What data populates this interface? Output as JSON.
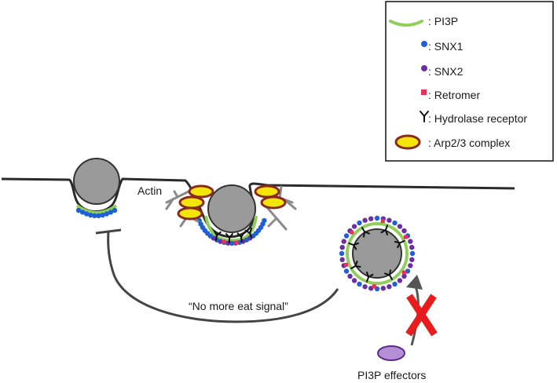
{
  "legend": {
    "items": [
      {
        "key": "pi3p",
        "label": ": PI3P",
        "symbol": "green-line",
        "color": "#8fce5b"
      },
      {
        "key": "snx1",
        "label": ": SNX1",
        "symbol": "dot",
        "color": "#1f5fd6"
      },
      {
        "key": "snx2",
        "label": ": SNX2",
        "symbol": "dot",
        "color": "#6b2fa3"
      },
      {
        "key": "retromer",
        "label": ": Retromer",
        "symbol": "square",
        "color": "#e8305a"
      },
      {
        "key": "hydrolase_receptor",
        "label": ": Hydrolase receptor",
        "symbol": "y-shape",
        "color": "#111111"
      },
      {
        "key": "arp23",
        "label": ": Arp2/3 complex",
        "symbol": "ellipse",
        "color": "#f5e60a",
        "outline": "#8a2a1a"
      }
    ]
  },
  "labels": {
    "actin": "Actin",
    "no_more_eat_signal": "“No more eat signal”",
    "pi3p_effectors": "PI3P effectors"
  },
  "colors": {
    "membrane": "#2b2b2b",
    "particle_fill": "#9a9a9a",
    "particle_stroke": "#333333",
    "pi3p": "#8fce5b",
    "snx1": "#1f5fd6",
    "snx2": "#6b2fa3",
    "retromer": "#e8305a",
    "actin_branch": "#8a8a8a",
    "arp_fill": "#f5e60a",
    "arp_outline": "#8a2a1a",
    "effector_fill": "#b58fd6",
    "effector_stroke": "#5b2b85",
    "red_x": "#e81c1c",
    "signal_line": "#444444"
  }
}
